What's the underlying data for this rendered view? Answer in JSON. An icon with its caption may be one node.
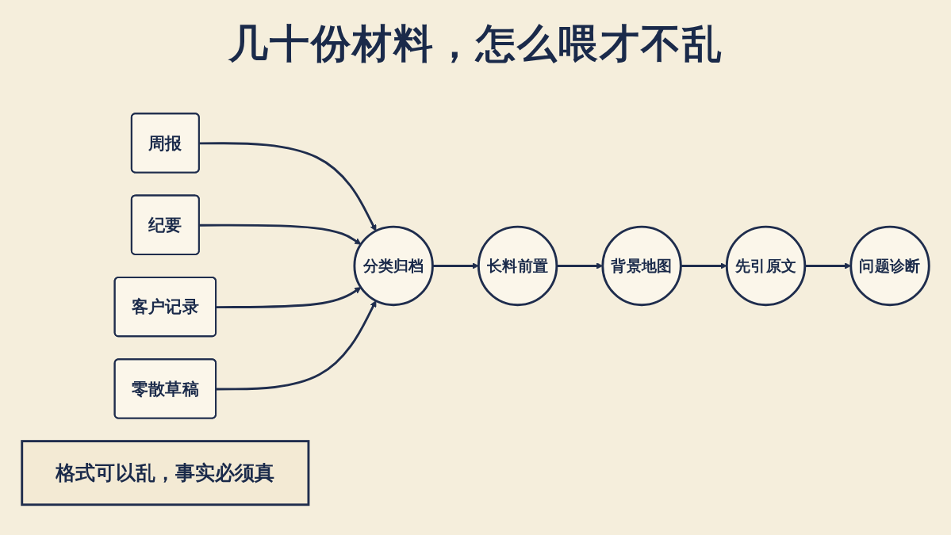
{
  "diagram": {
    "title": "几十份材料，怎么喂才不乱",
    "nodes": [
      {
        "text": [
          "周报"
        ]
      },
      {
        "text": [
          "纪要"
        ]
      },
      {
        "text": [
          "客户记录"
        ]
      },
      {
        "text": [
          "零散草稿"
        ]
      },
      {
        "text": [
          "分类归档"
        ]
      },
      {
        "text": [
          "长料前置"
        ]
      },
      {
        "text": [
          "背景地图"
        ]
      },
      {
        "text": [
          "先引原文"
        ]
      },
      {
        "text": [
          "问题诊断"
        ]
      },
      {
        "text": [
          "格式可以乱，事实必须真"
        ]
      }
    ],
    "edges": [
      {
        "from": 0,
        "to": 4,
        "arrow": "to"
      },
      {
        "from": 1,
        "to": 4,
        "arrow": "to"
      },
      {
        "from": 2,
        "to": 4,
        "arrow": "to"
      },
      {
        "from": 3,
        "to": 4,
        "arrow": "to"
      },
      {
        "from": 4,
        "to": 5,
        "arrow": "to"
      },
      {
        "from": 5,
        "to": 6,
        "arrow": "to"
      },
      {
        "from": 6,
        "to": 7,
        "arrow": "to"
      },
      {
        "from": 7,
        "to": 8,
        "arrow": "to"
      }
    ]
  }
}
